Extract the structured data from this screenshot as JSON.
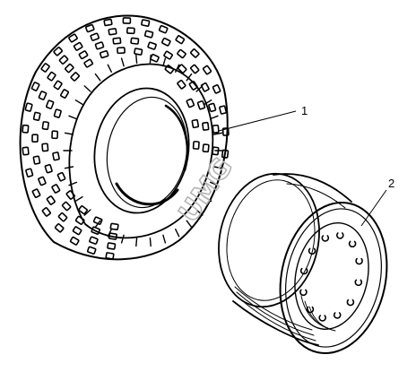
{
  "figure": {
    "parts": [
      {
        "callout": "1",
        "part": "tire"
      },
      {
        "callout": "2",
        "part": "wheel-rim"
      }
    ],
    "watermark": "UMG",
    "colors": {
      "line": "#000000",
      "background": "#ffffff",
      "watermark": "#b5b5b5"
    }
  }
}
